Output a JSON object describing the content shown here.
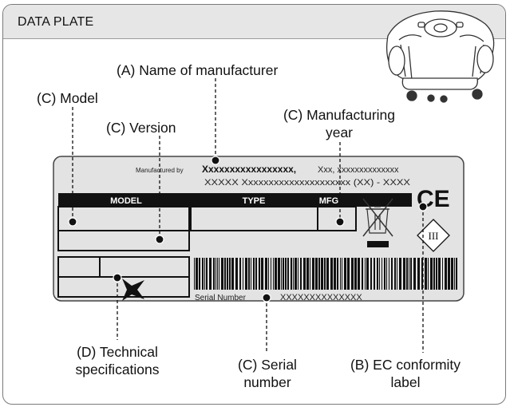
{
  "title": "DATA PLATE",
  "callouts": {
    "manufacturer": "(A) Name of manufacturer",
    "model": "(C) Model",
    "version": "(C) Version",
    "mfg_year_line1": "(C) Manufacturing",
    "mfg_year_line2": "year",
    "tech_line1": "(D) Technical",
    "tech_line2": "specifications",
    "serial_line1": "(C) Serial",
    "serial_line2": "number",
    "ec_line1": "(B) EC conformity",
    "ec_line2": "label"
  },
  "plate": {
    "manufactured_by": "Manufactured by",
    "manufacturer_name": "Xxxxxxxxxxxxxxxxx,",
    "address_line1": "Xxx, xxxxxxxxxxxxxx",
    "address_line2": "XXXXX Xxxxxxxxxxxxxxxxxxxxx (XX) - XXXX",
    "model_header": "MODEL",
    "type_header": "TYPE",
    "mfg_header": "MFG",
    "serial_label": "Serial Number",
    "serial_value": "XXXXXXXXXXXXXX",
    "ce_mark": "CE",
    "class_mark": "III"
  }
}
